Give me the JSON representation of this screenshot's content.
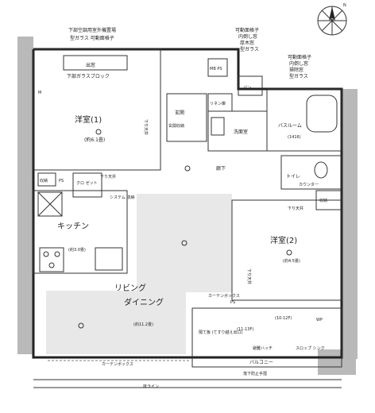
{
  "rooms": {
    "western1": "洋室(1)",
    "western1_area": "(約6.1畳)",
    "entrance": "玄関",
    "shoe_cabinet": "玄関収納",
    "washroom": "洗面室",
    "bathroom": "バスルーム",
    "bathroom_size": "(1416)",
    "corridor": "廊下",
    "toilet": "トイレ",
    "kitchen": "キッチン",
    "kitchen_area": "(約3.0畳)",
    "western2": "洋室(2)",
    "western2_area": "(約4.5畳)",
    "living": "リビング",
    "dining": "ダイニング",
    "living_area": "(約11.2畳)",
    "balcony": "バルコニー"
  },
  "notes": {
    "top_left_1": "下部空調用室外機置場",
    "top_left_2": "型ガラス 可動面格子",
    "bay_window": "出窓",
    "glass_block": "下部ガラスブロック",
    "mbps": "MB PS",
    "top_mid_1": "可動面格子",
    "top_mid_2": "内倒し窓",
    "top_mid_3": "厚木窓",
    "top_mid_4": "型ガラス",
    "top_right_1": "可動面格子",
    "top_right_2": "内倒し窓",
    "top_right_3": "掃除窓",
    "top_right_4": "型ガラス",
    "linen": "リネン庫",
    "pan": "パン",
    "closet": "クローゼット",
    "closet_short": "クロ\nゼット",
    "storage": "収納",
    "storage2": "収納",
    "ps": "PS",
    "system_storage": "システム\n収納",
    "cupboard": "カウンター",
    "counter": "カウンター",
    "sub_storage": "収納",
    "curtain_box": "カーテンボックス",
    "curtain_box2": "カーテンボックス",
    "ps2": "PS",
    "aircon_1": "(10-12F)",
    "aircon_2": "(11-13F)",
    "fire_exit_1": "避難ハッチ",
    "sloped_sink": "スロップ\nシンク",
    "balcony_note": "避難ハッチ",
    "fire_escape": "隔て板\n(てすり越え出口)",
    "handrail": "落下防止手摺",
    "wp": "WP",
    "wet_line": "床ライン",
    "sound_1": "下り天井",
    "sound_2": "下り天井",
    "sound_3": "下り天井",
    "sound_4": "下り天井",
    "m_mark": "M"
  },
  "compass": {
    "label": "N"
  }
}
